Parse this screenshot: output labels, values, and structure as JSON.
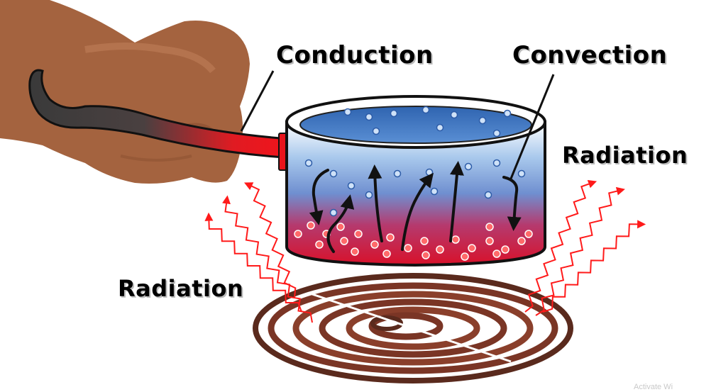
{
  "labels": {
    "conduction": "Conduction",
    "convection": "Convection",
    "radiation_right": "Radiation",
    "radiation_left": "Radiation"
  },
  "watermark": "Activate Wi",
  "colors": {
    "hand": "#a4633f",
    "handle_dark": "#3b3b3b",
    "handle_hot": "#e8141c",
    "water_cool": "#4a7bc4",
    "water_hot": "#d6132d",
    "radiation": "#ff1a1a",
    "burner_coil": "#7a3525"
  }
}
